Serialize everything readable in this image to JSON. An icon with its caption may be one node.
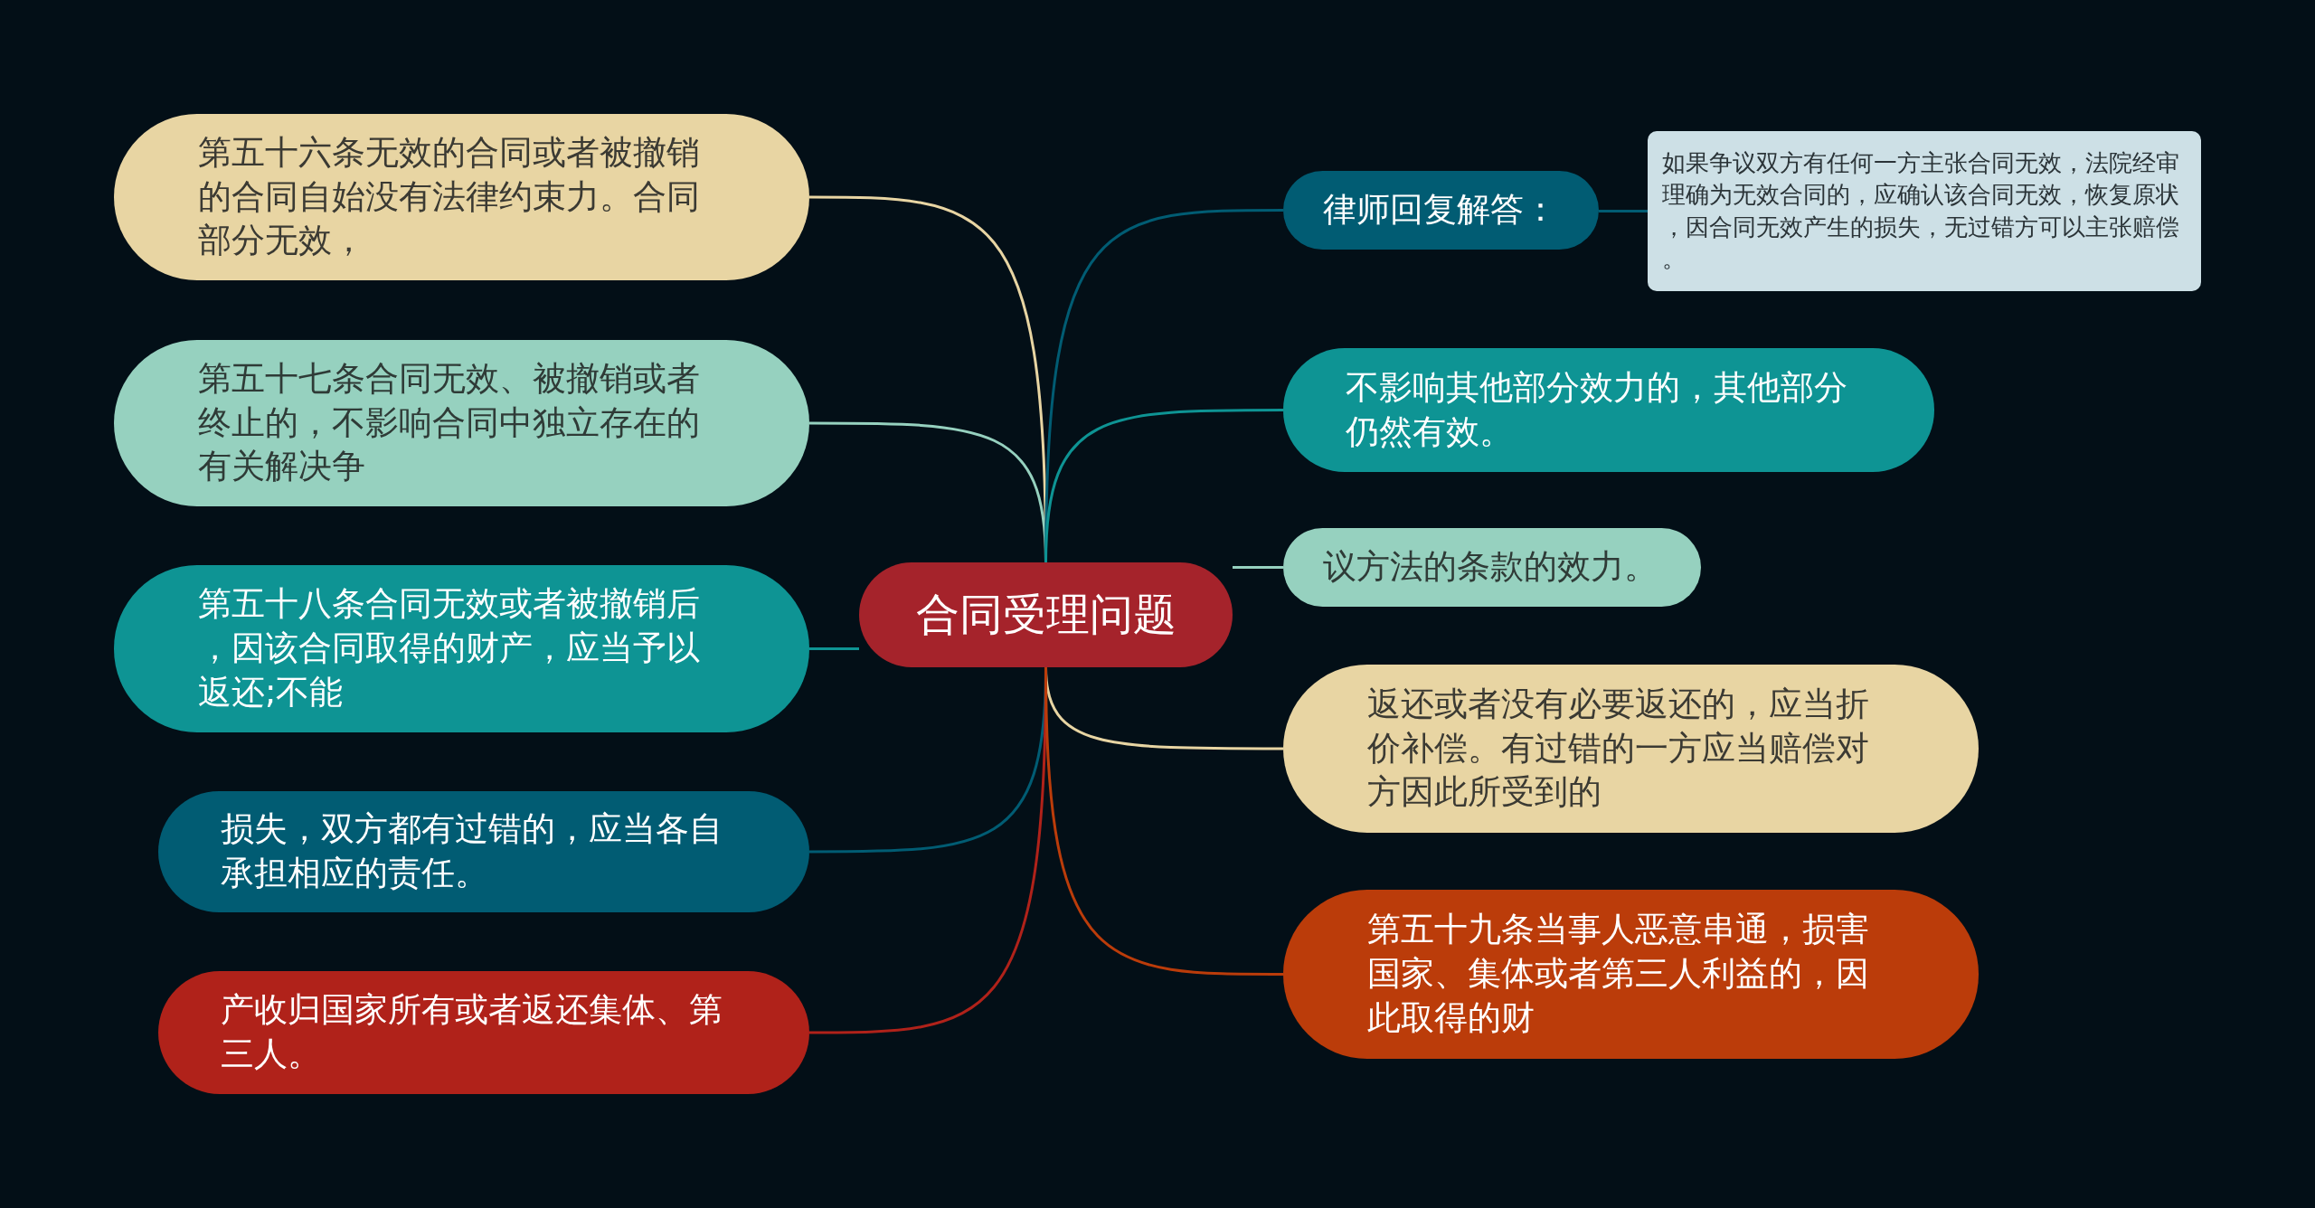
{
  "diagram": {
    "nodes": [
      {
        "text": [
          "合同受理问题"
        ]
      },
      {
        "text": [
          "第五十六条无效的合同或者被撤销的合同自始没有法律约束力。合同部分无效，"
        ]
      },
      {
        "text": [
          "第五十七条合同无效、被撤销或者终止的，不影响合同中独立存在的有关解决争"
        ]
      },
      {
        "text": [
          "第五十八条合同无效或者被撤销后，因该合同取得的财产，应当予以返还;不能"
        ]
      },
      {
        "text": [
          "损失，双方都有过错的，应当各自承担相应的责任。"
        ]
      },
      {
        "text": [
          "产收归国家所有或者返还集体、第三人。"
        ]
      },
      {
        "text": [
          "律师回复解答："
        ]
      },
      {
        "text": [
          "如果争议双方有任何一方主张合同无效，法院经审理确为无效合同的，应确认该合同无效，恢复原状，因合同无效产生的损失，无过错方可以主张赔偿。"
        ]
      },
      {
        "text": [
          "不影响其他部分效力的，其他部分仍然有效。"
        ]
      },
      {
        "text": [
          "议方法的条款的效力。"
        ]
      },
      {
        "text": [
          "返还或者没有必要返还的，应当折价补偿。有过错的一方应当赔偿对方因此所受到的"
        ]
      },
      {
        "text": [
          "第五十九条当事人恶意串通，损害国家、集体或者第三人利益的，因此取得的财"
        ]
      }
    ],
    "edges": [
      {
        "from": 0,
        "to": 1,
        "arrow": "none",
        "color": "#e8d5a3"
      },
      {
        "from": 0,
        "to": 2,
        "arrow": "none",
        "color": "#96d1bf"
      },
      {
        "from": 0,
        "to": 3,
        "arrow": "none",
        "color": "#0e9494"
      },
      {
        "from": 0,
        "to": 4,
        "arrow": "none",
        "color": "#015c73"
      },
      {
        "from": 0,
        "to": 5,
        "arrow": "none",
        "color": "#b0221a"
      },
      {
        "from": 0,
        "to": 6,
        "arrow": "none",
        "color": "#015c73"
      },
      {
        "from": 6,
        "to": 7,
        "arrow": "none",
        "color": "#015c73"
      },
      {
        "from": 0,
        "to": 8,
        "arrow": "none",
        "color": "#0e9494"
      },
      {
        "from": 0,
        "to": 9,
        "arrow": "none",
        "color": "#96d1bf"
      },
      {
        "from": 0,
        "to": 10,
        "arrow": "none",
        "color": "#e8d5a3"
      },
      {
        "from": 0,
        "to": 11,
        "arrow": "none",
        "color": "#bb3c0a"
      }
    ]
  }
}
